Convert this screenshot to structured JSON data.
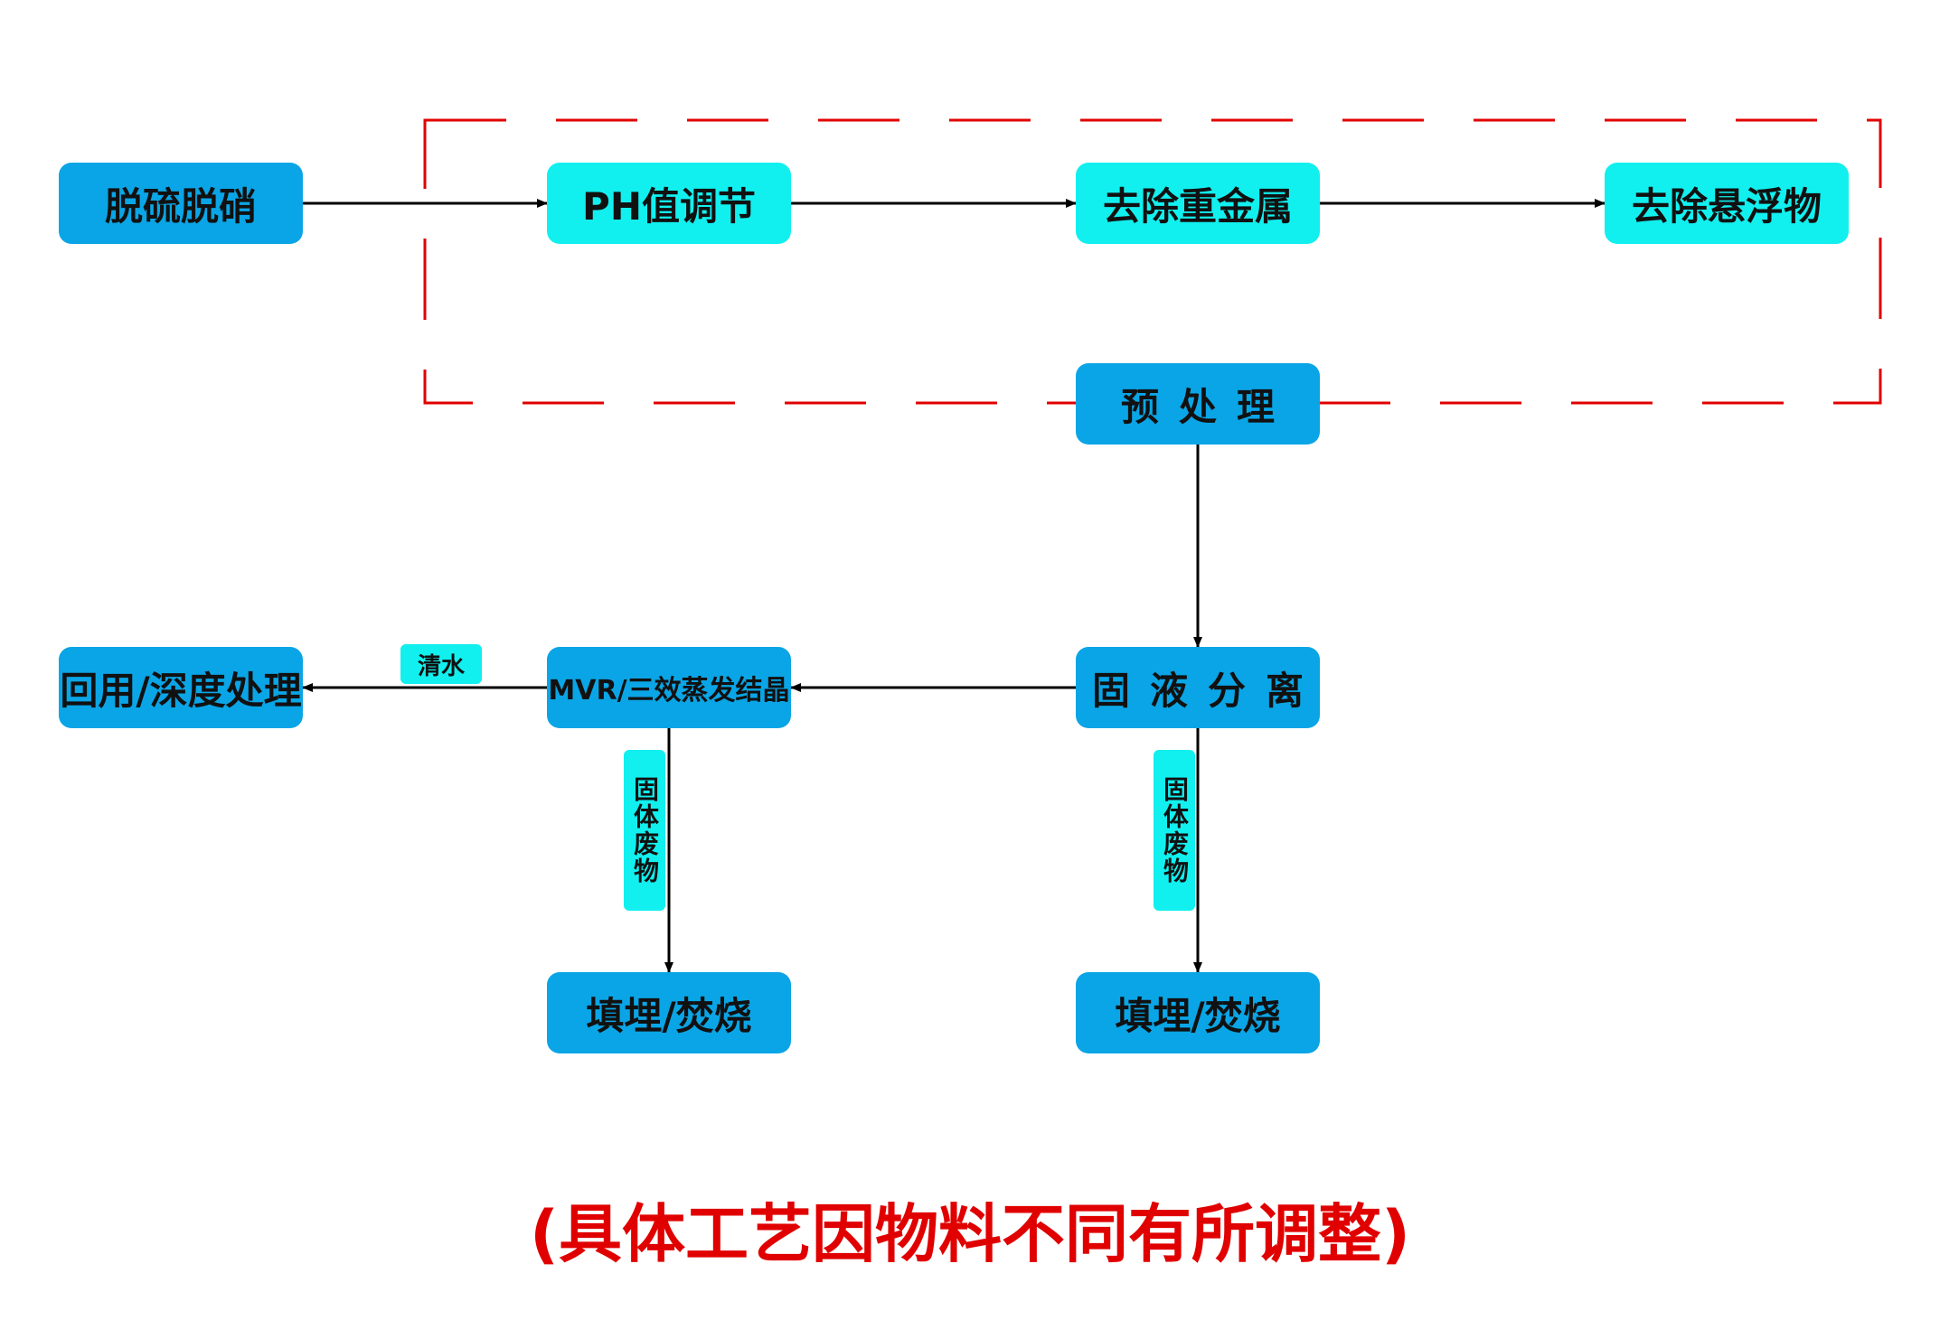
{
  "colors": {
    "node_blue": "#0aa5e6",
    "node_cyan": "#11f0ef",
    "dashed_frame": "#e00000",
    "note": "#e00000",
    "arrow": "#000000"
  },
  "nodes": {
    "desulfurization": "脱硫脱硝",
    "ph_adjust": "PH值调节",
    "heavy_metal_removal": "去除重金属",
    "suspended_removal": "去除悬浮物",
    "pretreatment": "预处理",
    "solid_liquid_separation": "固液分离",
    "mvr_evaporation": "MVR/三效蒸发结晶",
    "reuse_treatment": "回用/深度处理",
    "landfill_1": "填埋/焚烧",
    "landfill_2": "填埋/焚烧"
  },
  "labels": {
    "clear_water": "清水",
    "solid_waste_1": "固体废物",
    "solid_waste_2": "固体废物"
  },
  "note": "(具体工艺因物料不同有所调整)"
}
